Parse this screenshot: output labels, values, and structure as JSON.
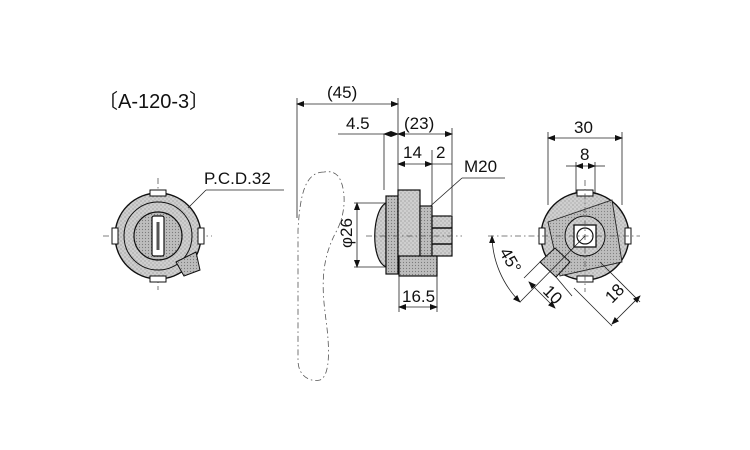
{
  "part_number": "〔A-120-3〕",
  "dimensions": {
    "overall_length": "(45)",
    "body_depth": "(23)",
    "flange": "4.5",
    "thread_length": "14",
    "nut": "2",
    "thread": "M20",
    "diameter": "φ26",
    "bracket": "16.5",
    "pcd": "P.C.D.32",
    "nut_width": "30",
    "square": "8",
    "angle": "45°",
    "offset": "10",
    "slot": "18"
  }
}
